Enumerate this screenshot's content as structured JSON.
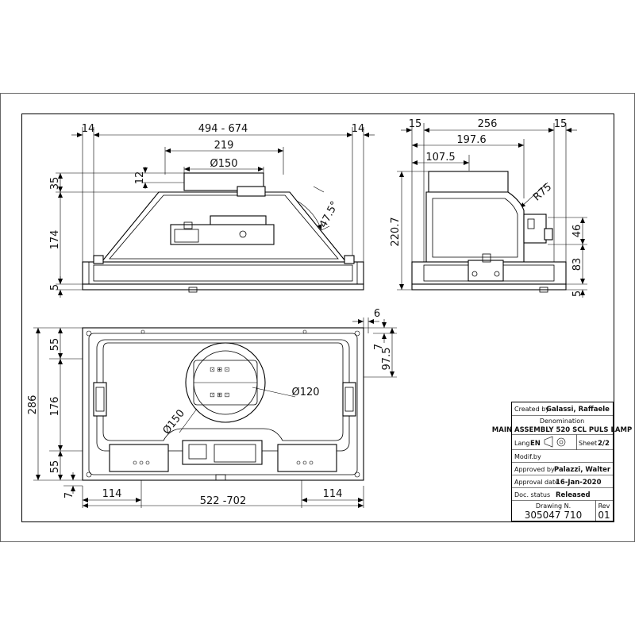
{
  "dimensions": {
    "front": {
      "left_margin": "14",
      "width_range": "494  -  674",
      "right_margin": "14",
      "inner_width": "219",
      "duct_diameter": "Ø150",
      "step_height": "12",
      "top_height": "35",
      "body_height": "174",
      "base_height": "5",
      "angle": "47.5°"
    },
    "side": {
      "left_margin": "15",
      "depth": "256",
      "right_margin": "15",
      "depth_inner": "197.6",
      "duct_offset": "107.5",
      "radius": "R75",
      "total_height": "220.7",
      "upper_height": "46",
      "lower_height": "83",
      "base_height": "5"
    },
    "bottom": {
      "top_flange": "55",
      "mid_height": "176",
      "bottom_flange": "55",
      "total_height": "286",
      "bottom_offset": "7",
      "right_margin": "6",
      "right_offset": "7",
      "duct_center": "97.5",
      "inner_diameter": "Ø120",
      "outer_diameter": "Ø150",
      "left_margin": "114",
      "width_range": "522  -702",
      "right_margin_b": "114"
    }
  },
  "title_block": {
    "created_by_label": "Created by",
    "created_by_value": "Galassi, Raffaele",
    "denomination_label": "Denomination",
    "denomination_value": "MAIN ASSEMBLY 520 SCL PULS LAMP",
    "lang_label": "Lang",
    "lang_value": "EN",
    "sheet_label": "Sheet",
    "sheet_value": "2/2",
    "modif_label": "Modif.by",
    "approved_by_label": "Approved by",
    "approved_by_value": "Palazzi, Walter",
    "approval_date_label": "Approval date",
    "approval_date_value": "16-Jan-2020",
    "doc_status_label": "Doc. status",
    "doc_status_value": "Released",
    "drawing_no_label": "Drawing N.",
    "drawing_no_value": "305047 710",
    "rev_label": "Rev",
    "rev_value": "01"
  }
}
